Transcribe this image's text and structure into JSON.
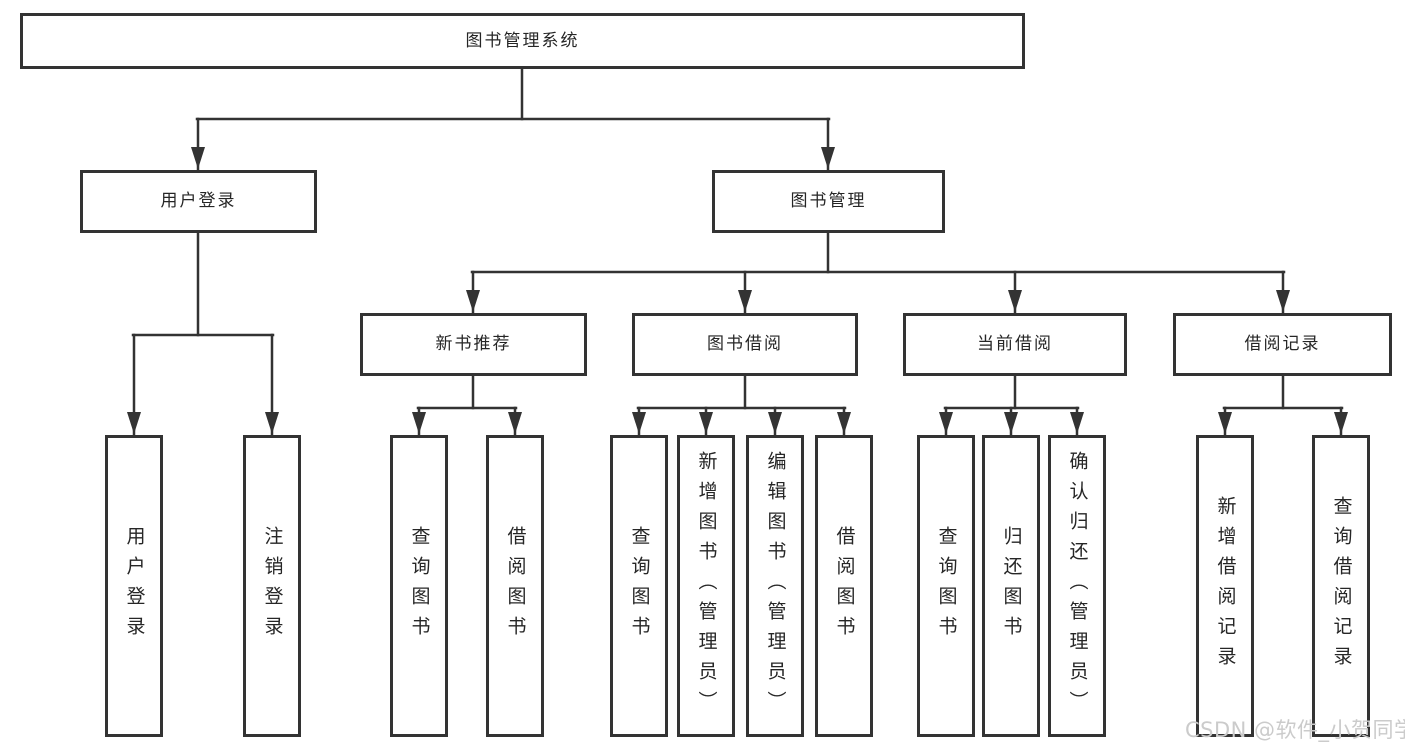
{
  "diagram": {
    "title": "图书管理系统",
    "root": {
      "label": "图书管理系统"
    },
    "level2": [
      {
        "label": "用户登录"
      },
      {
        "label": "图书管理"
      }
    ],
    "level3": [
      {
        "label": "新书推荐",
        "parent": "图书管理"
      },
      {
        "label": "图书借阅",
        "parent": "图书管理"
      },
      {
        "label": "当前借阅",
        "parent": "图书管理"
      },
      {
        "label": "借阅记录",
        "parent": "图书管理"
      }
    ],
    "leaves": [
      {
        "label": "用户登录",
        "parent": "用户登录"
      },
      {
        "label": "注销登录",
        "parent": "用户登录"
      },
      {
        "label": "查询图书",
        "parent": "新书推荐"
      },
      {
        "label": "借阅图书",
        "parent": "新书推荐"
      },
      {
        "label": "查询图书",
        "parent": "图书借阅"
      },
      {
        "label": "新增图书（管理员）",
        "parent": "图书借阅"
      },
      {
        "label": "编辑图书（管理员）",
        "parent": "图书借阅"
      },
      {
        "label": "借阅图书",
        "parent": "图书借阅"
      },
      {
        "label": "查询图书",
        "parent": "当前借阅"
      },
      {
        "label": "归还图书",
        "parent": "当前借阅"
      },
      {
        "label": "确认归还（管理员）",
        "parent": "当前借阅"
      },
      {
        "label": "新增借阅记录",
        "parent": "借阅记录"
      },
      {
        "label": "查询借阅记录",
        "parent": "借阅记录"
      }
    ]
  },
  "watermark": {
    "text": "CSDN @软件_小贺同学"
  },
  "colors": {
    "line": "#333333",
    "box_border": "#333333",
    "box_fill": "#ffffff",
    "text": "#262626",
    "watermark": "#cbcbcb",
    "background": "#ffffff"
  }
}
